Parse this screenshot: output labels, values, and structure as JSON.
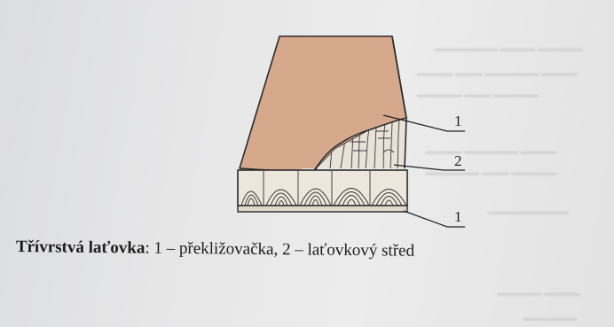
{
  "figure": {
    "callouts": [
      "1",
      "2",
      "1"
    ]
  },
  "caption": {
    "title": "Třívrstvá laťovka",
    "separator": ": ",
    "text": "1 – překližovačka, 2 – laťovkový střed"
  }
}
